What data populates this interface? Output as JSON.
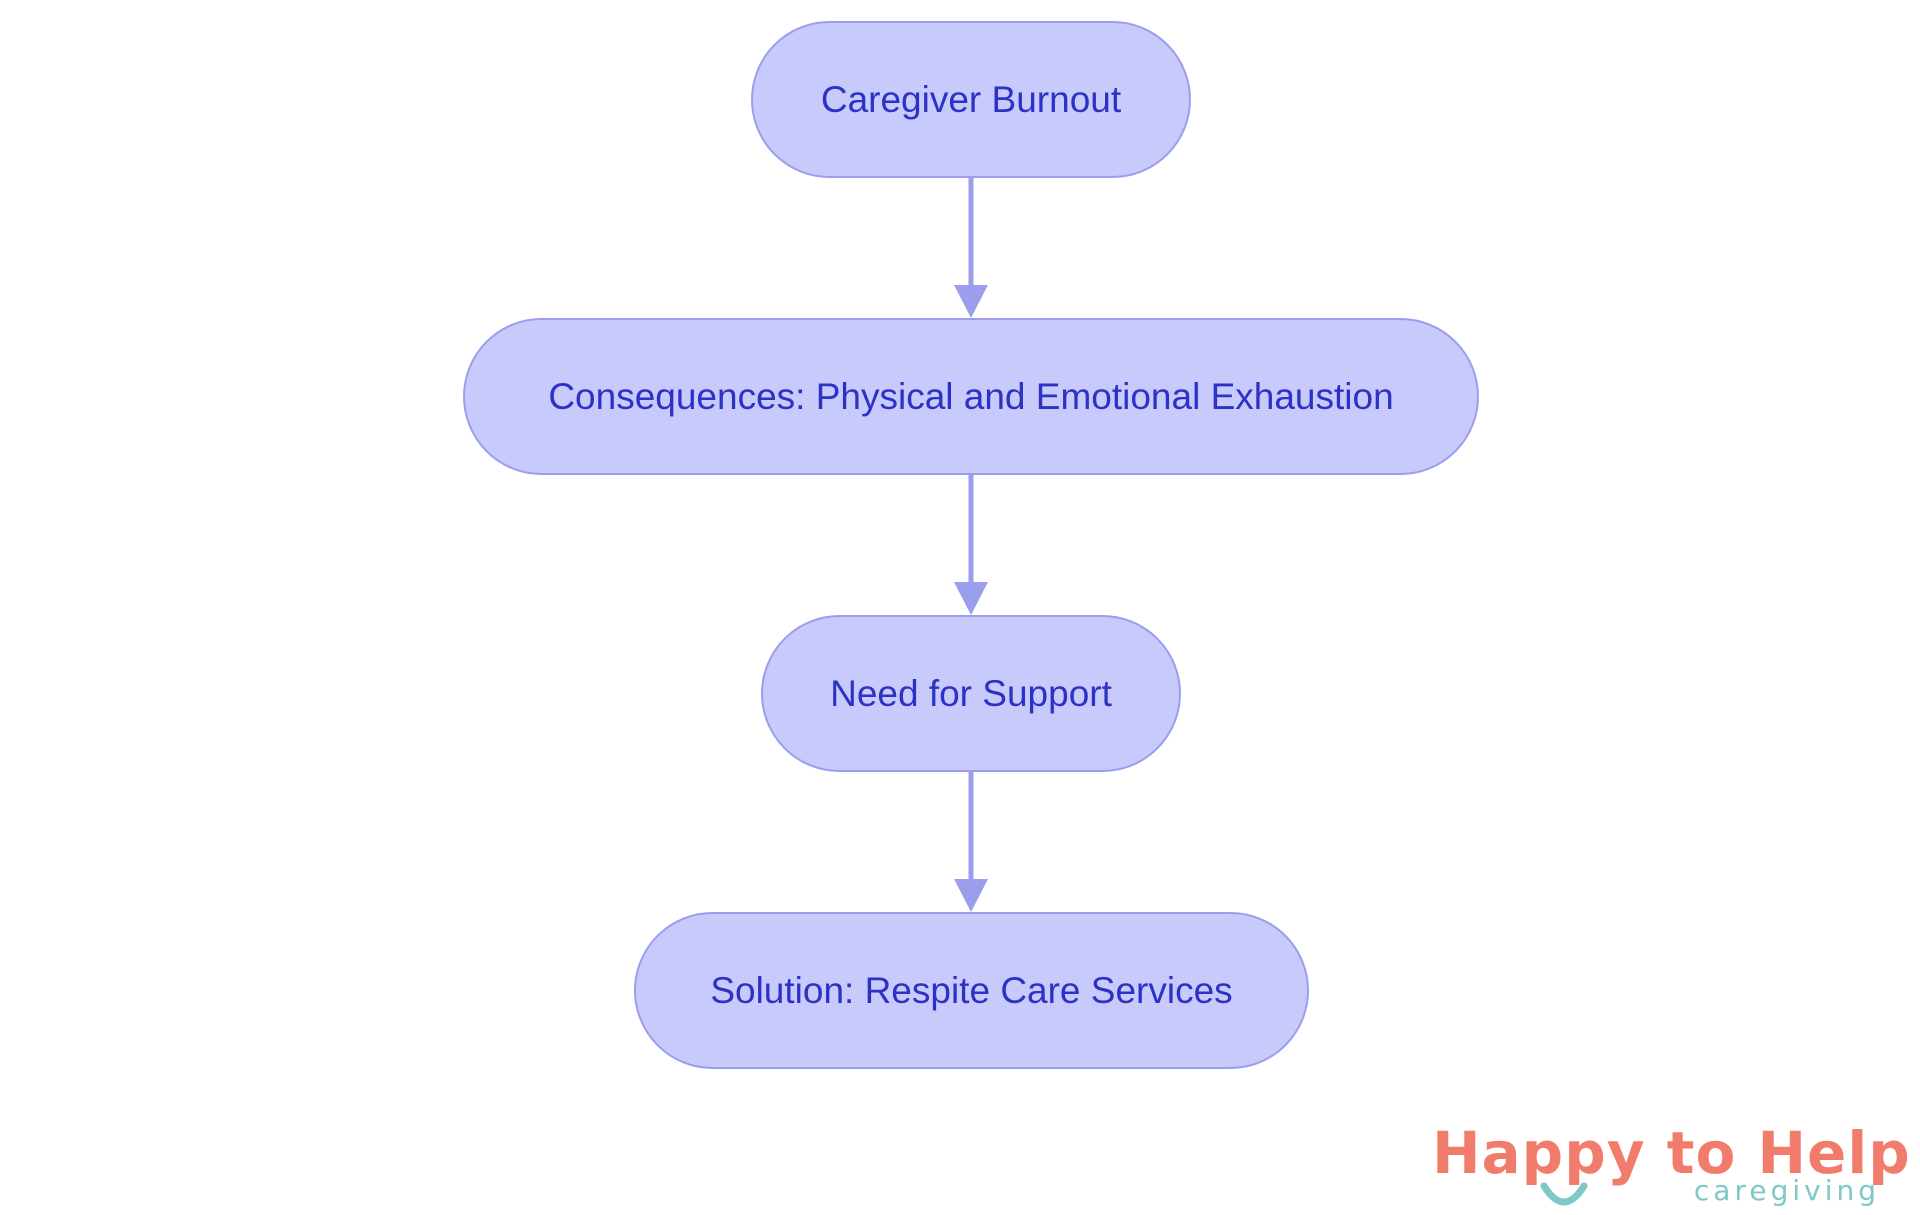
{
  "diagram": {
    "type": "vertical-flowchart",
    "node_fill": "#c8cafc",
    "node_border": "#9a9eec",
    "text_color": "#2c32c4",
    "arrow_color": "#9a9eec",
    "nodes": [
      {
        "id": "n1",
        "label": "Caregiver Burnout"
      },
      {
        "id": "n2",
        "label": "Consequences: Physical and Emotional Exhaustion"
      },
      {
        "id": "n3",
        "label": "Need for Support"
      },
      {
        "id": "n4",
        "label": "Solution: Respite Care Services"
      }
    ],
    "edges": [
      {
        "from": "n1",
        "to": "n2"
      },
      {
        "from": "n2",
        "to": "n3"
      },
      {
        "from": "n3",
        "to": "n4"
      }
    ]
  },
  "logo": {
    "name": "Happy to Help",
    "tagline": "caregiving",
    "primary_color": "#f17c6c",
    "secondary_color": "#7ec8c8",
    "smile_icon": "smile-icon"
  }
}
